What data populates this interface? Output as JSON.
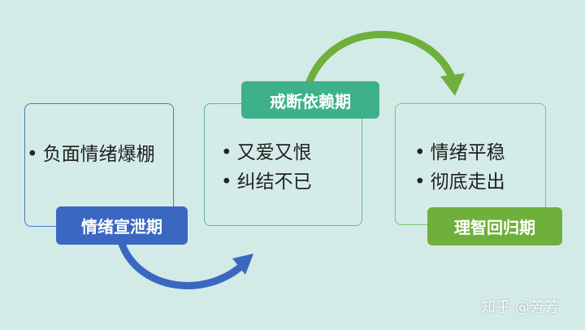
{
  "stages": [
    {
      "label": "情绪宣泄期",
      "color": "#3a68c1",
      "items": [
        "负面情绪爆棚"
      ]
    },
    {
      "label": "戒断依赖期",
      "color": "#3fb18a",
      "items": [
        "又爱又恨",
        "纠结不已"
      ]
    },
    {
      "label": "理智回归期",
      "color": "#6faf3c",
      "items": [
        "情绪平稳",
        "彻底走出"
      ]
    }
  ],
  "arrows": [
    {
      "from": "stage-1",
      "to": "stage-2",
      "color": "#3a68c1"
    },
    {
      "from": "stage-2",
      "to": "stage-3",
      "color": "#6faf3c"
    }
  ],
  "watermark": "知乎 @芳芳"
}
